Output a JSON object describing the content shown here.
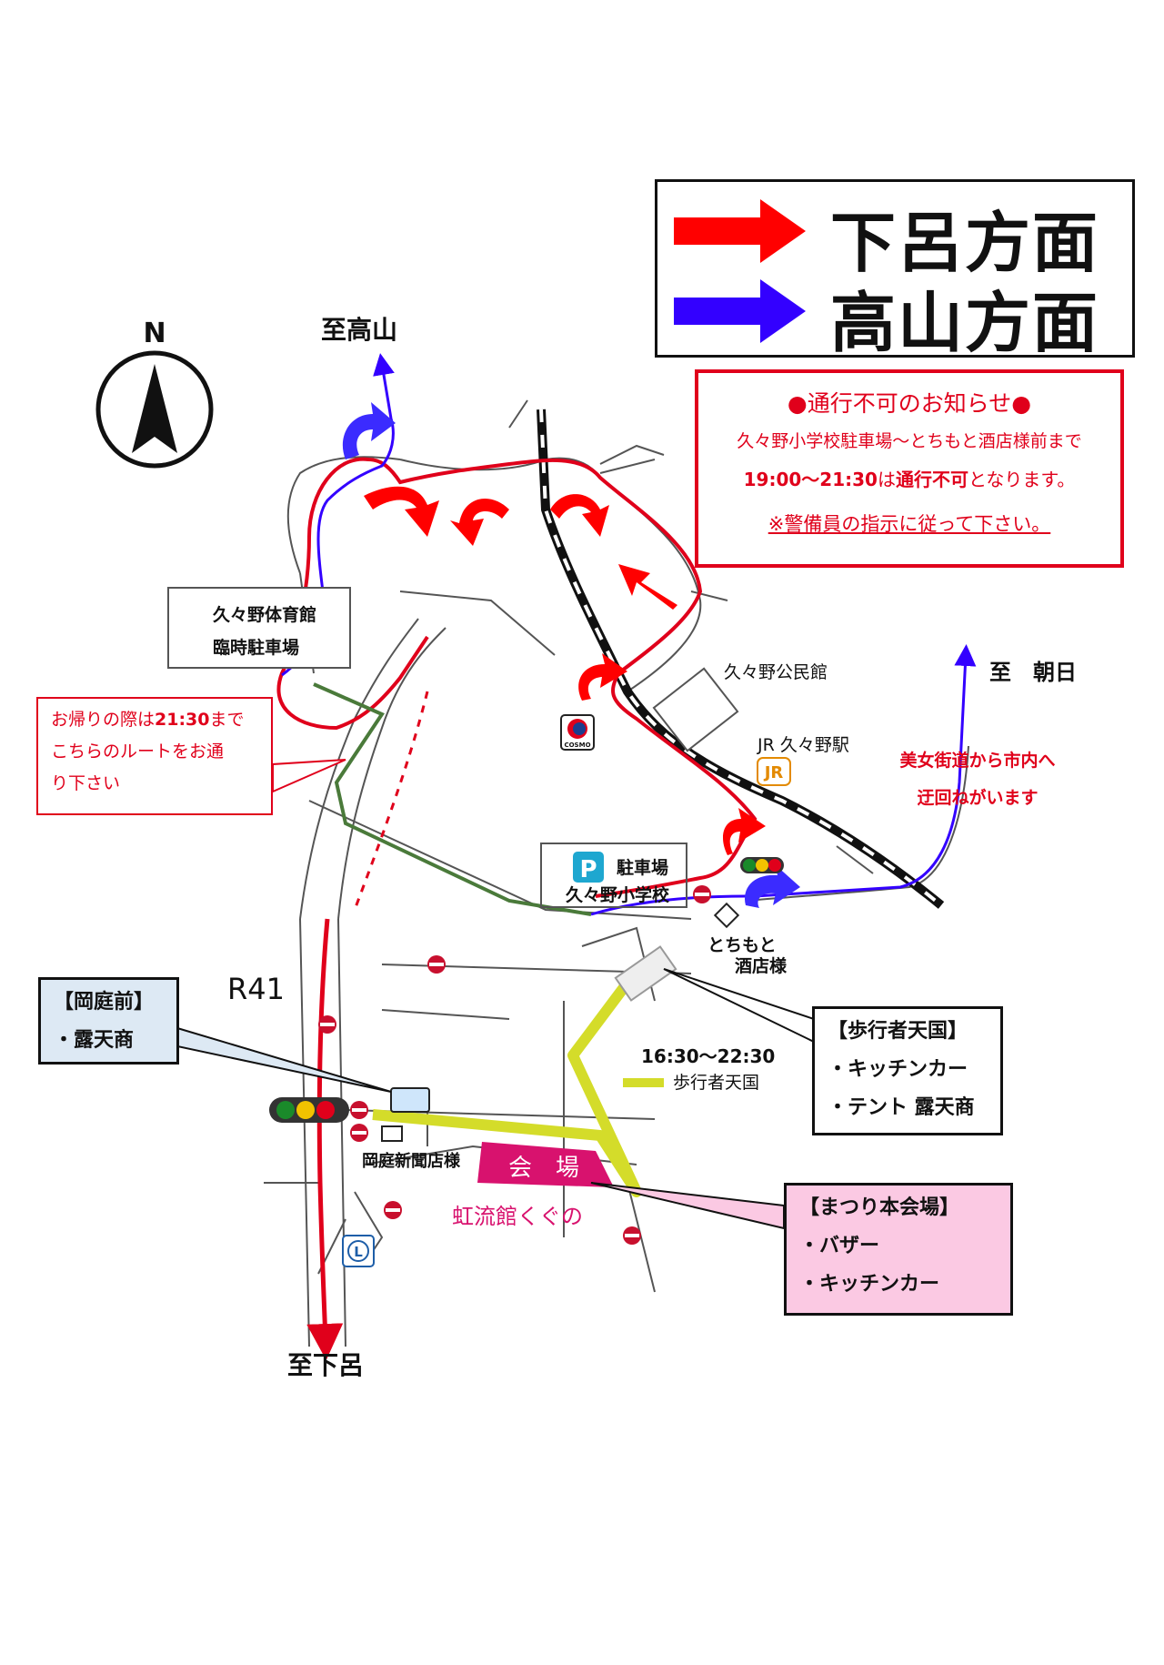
{
  "legend": {
    "items": [
      {
        "label": "下呂方面",
        "color": "#ff0000"
      },
      {
        "label": "高山方面",
        "color": "#3300ff"
      }
    ]
  },
  "notice": {
    "title": "●通行不可のお知らせ●",
    "line1": "久々野小学校駐車場～とちもと酒店様前まで",
    "time": "19:00～21:30",
    "mid": "は",
    "bold": "通行不可",
    "tail": "となります。",
    "footer": "※警備員の指示に従って下さい。"
  },
  "compass": {
    "label": "N",
    "icon": "north-arrow-icon"
  },
  "directions": {
    "takayama": "至高山",
    "asahi": "至　朝日",
    "gero": "至下呂"
  },
  "road": {
    "r41": "R41"
  },
  "places": {
    "gym_parking_line1": "久々野体育館",
    "gym_parking_line2": "臨時駐車場",
    "parking_label": "駐車場",
    "school": "久々野小学校",
    "parking_icon": "P",
    "community_center": "久々野公民館",
    "station": "JR 久々野駅",
    "jr_icon": "JR",
    "cosmo_icon": "COSMO",
    "tochimoto_line1": "とちもと",
    "tochimoto_line2": "酒店様",
    "newspaper": "岡庭新聞店様",
    "kuguno": "虹流館くぐの",
    "venue": "会　場",
    "lawson_icon": "L"
  },
  "return_callout": {
    "line1a": "お帰りの際は",
    "line1b": "21:30",
    "line1c": "まで",
    "line2": "こちらのルートをお通",
    "line3": "り下さい"
  },
  "detour": {
    "line1": "美女街道から市内へ",
    "line2": "迂回ねがいます"
  },
  "pedestrian_legend": {
    "time": "16:30～22:30",
    "label": "歩行者天国",
    "color": "#d4dc2a"
  },
  "info_boxes": {
    "okaniwa": {
      "title": "【岡庭前】",
      "items": [
        "・露天商"
      ],
      "bg": "#dde9f4"
    },
    "hokosha": {
      "title": "【歩行者天国】",
      "items": [
        "・キッチンカー",
        "・テント 露天商"
      ],
      "bg": "#ffffff"
    },
    "main": {
      "title": "【まつり本会場】",
      "items": [
        "・バザー",
        "・キッチンカー"
      ],
      "bg": "#fbc9e3"
    }
  }
}
